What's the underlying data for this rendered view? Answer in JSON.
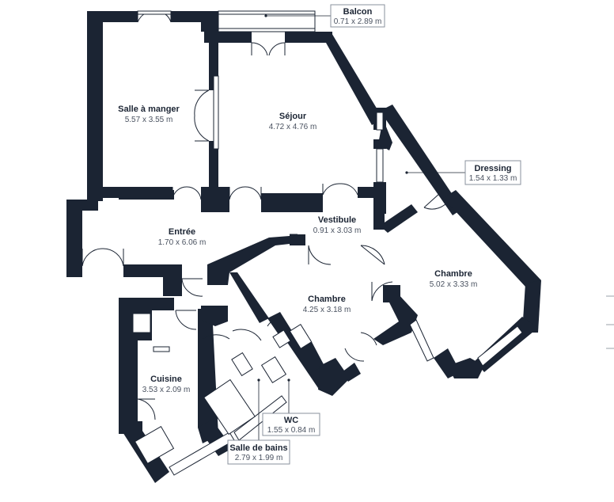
{
  "floorplan": {
    "wall_color": "#1b2433",
    "rooms": {
      "salle_a_manger": {
        "name": "Salle à manger",
        "dims": "5.57 x 3.55 m"
      },
      "sejour": {
        "name": "Séjour",
        "dims": "4.72 x 4.76 m"
      },
      "entree": {
        "name": "Entrée",
        "dims": "1.70 x 6.06 m"
      },
      "vestibule": {
        "name": "Vestibule",
        "dims": "0.91 x 3.03 m"
      },
      "chambre_1": {
        "name": "Chambre",
        "dims": "5.02 x 3.33 m"
      },
      "chambre_2": {
        "name": "Chambre",
        "dims": "4.25 x 3.18 m"
      },
      "cuisine": {
        "name": "Cuisine",
        "dims": "3.53 x 2.09 m"
      }
    },
    "callouts": {
      "balcon": {
        "name": "Balcon",
        "dims": "0.71 x 2.89 m"
      },
      "dressing": {
        "name": "Dressing",
        "dims": "1.54 x 1.33 m"
      },
      "wc": {
        "name": "WC",
        "dims": "1.55 x 0.84 m"
      },
      "salle_de_bains": {
        "name": "Salle de bains",
        "dims": "2.79 x 1.99 m"
      }
    }
  }
}
